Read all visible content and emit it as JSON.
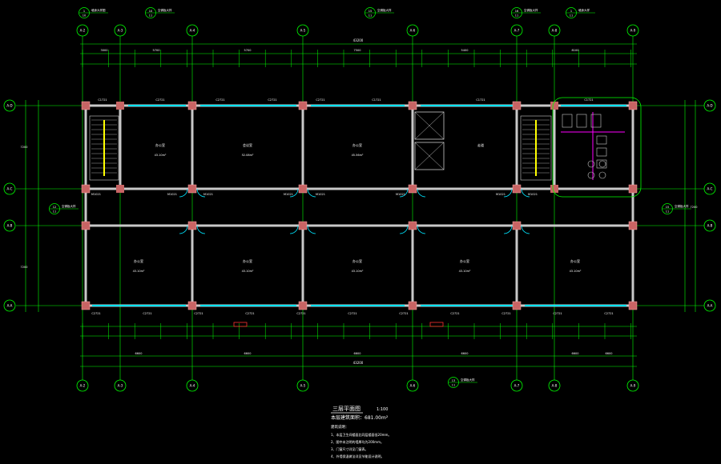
{
  "colors": {
    "background": "#000000",
    "grid": "#00ff00",
    "wall": "#c8c8c8",
    "window": "#00e5ff",
    "column": "#c86464",
    "text": "#ffffff",
    "dim": "#ffffff",
    "stair": "#ffff00",
    "magenta": "#ff00ff",
    "red": "#ff3030"
  },
  "axes": {
    "vertical": [
      "A-2",
      "A-3",
      "A-4",
      "A-5",
      "A-6",
      "A-7",
      "A-8",
      "A-9"
    ],
    "horizontal_left": [
      "A-D",
      "A-C",
      "A-B",
      "A-A"
    ],
    "horizontal_right": [
      "A-D",
      "A-C",
      "A-B",
      "A-A"
    ]
  },
  "dimensions": {
    "top_overall": "43200",
    "bottom_overall": "43200",
    "top_bays": [
      "3000",
      "5700",
      "5700",
      "7500",
      "5400",
      "8100"
    ],
    "bottom_bays": [
      "6600",
      "6600",
      "6600",
      "6600",
      "6600",
      "6600"
    ],
    "left_side": [
      "7200",
      "7200"
    ],
    "right_side": [
      "7200"
    ]
  },
  "section_marks": [
    {
      "num": "1",
      "sheet": "10",
      "label": "墙身大样图"
    },
    {
      "num": "10",
      "sheet": "11",
      "label": "空调板大样"
    },
    {
      "num": "15",
      "sheet": "11",
      "label": "空调板大样"
    },
    {
      "num": "16",
      "sheet": "11",
      "label": "空调板大样"
    },
    {
      "num": "1",
      "sheet": "11",
      "label": "墙身大样"
    },
    {
      "num": "12",
      "sheet": "11",
      "label": "空调板大样"
    },
    {
      "num": "15",
      "sheet": "11",
      "label": "空调板大样"
    },
    {
      "num": "13",
      "sheet": "11",
      "label": "空调板大样"
    }
  ],
  "rooms_top": [
    {
      "name": "办公室",
      "area": "43.10m²"
    },
    {
      "name": "会议室",
      "area": "52.08m²"
    },
    {
      "name": "办公室",
      "area": "45.56m²"
    },
    {
      "name": "走道",
      "area": ""
    }
  ],
  "rooms_bottom": [
    {
      "name": "办公室",
      "area": "43.10m²"
    },
    {
      "name": "办公室",
      "area": "43.10m²"
    },
    {
      "name": "办公室",
      "area": "43.10m²"
    },
    {
      "name": "办公室",
      "area": "43.10m²"
    },
    {
      "name": "办公室",
      "area": "43.10m²"
    }
  ],
  "window_tags_top": [
    "C1721",
    "C2721",
    "C2721",
    "C2721",
    "C2721",
    "C1721",
    "C1721",
    "C1721"
  ],
  "window_tags_bottom": [
    "C2721",
    "C2721",
    "C2721",
    "C2721",
    "C2721",
    "C2721",
    "C2721",
    "C2721",
    "C2721",
    "C2721",
    "C2721"
  ],
  "door_tags": [
    "M1021",
    "M1021",
    "M1021",
    "M1021",
    "M1021",
    "M1021",
    "M1021",
    "M1021"
  ],
  "notes": {
    "title": "三层平面图",
    "scale": "1:100",
    "subtitle": "本层建筑面积：681.00m²",
    "heading": "建筑说明：",
    "lines": [
      "1、本层卫生间楼面比同层楼面低20mm。",
      "2、图中未注明的墙厚均为200mm。",
      "3、门窗尺寸详见门窗表。",
      "4、外墙保温做法详见节能设计说明。"
    ]
  }
}
